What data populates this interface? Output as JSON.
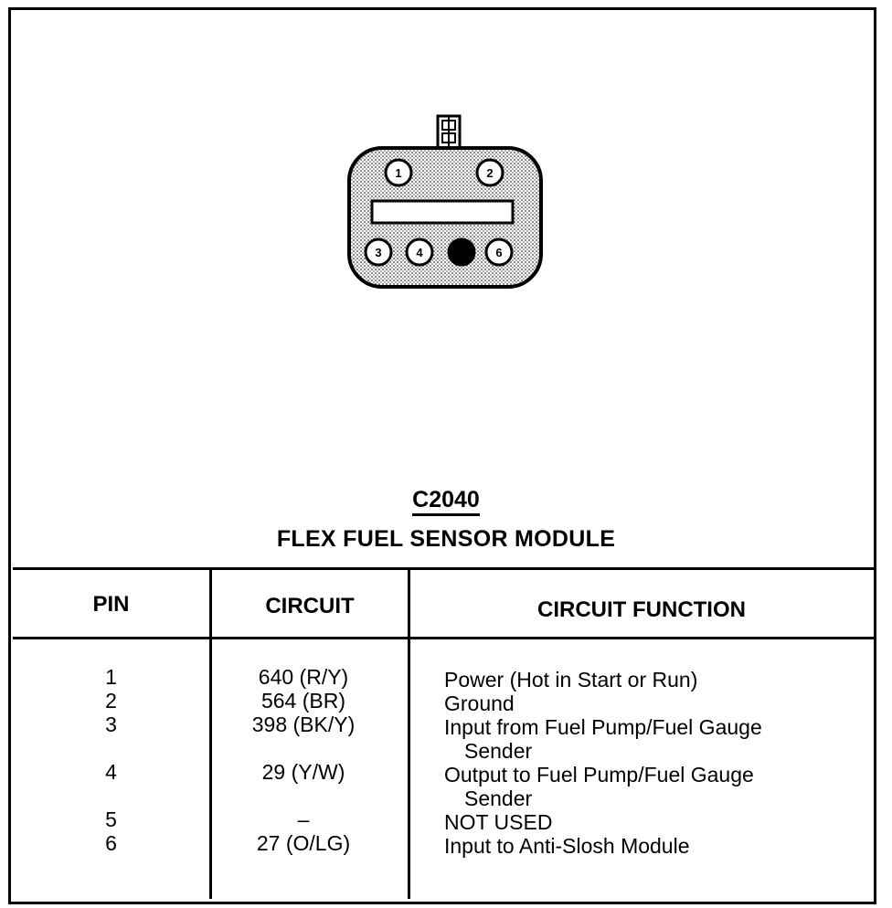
{
  "connector": {
    "code": "C2040",
    "name": "FLEX FUEL SENSOR MODULE",
    "pins": [
      "1",
      "2",
      "3",
      "4",
      "5",
      "6"
    ]
  },
  "table": {
    "headers": [
      "PIN",
      "CIRCUIT",
      "CIRCUIT FUNCTION"
    ],
    "rows": [
      {
        "pin": "1",
        "circuit": "640 (R/Y)",
        "function": "Power (Hot in Start or Run)",
        "function_cont": ""
      },
      {
        "pin": "2",
        "circuit": "564 (BR)",
        "function": "Ground",
        "function_cont": ""
      },
      {
        "pin": "3",
        "circuit": "398 (BK/Y)",
        "function": "Input from Fuel Pump/Fuel Gauge",
        "function_cont": "Sender"
      },
      {
        "pin": "4",
        "circuit": "29 (Y/W)",
        "function": "Output to Fuel Pump/Fuel Gauge",
        "function_cont": "Sender"
      },
      {
        "pin": "5",
        "circuit": "–",
        "function": "NOT USED",
        "function_cont": ""
      },
      {
        "pin": "6",
        "circuit": "27 (O/LG)",
        "function": "Input to Anti-Slosh Module",
        "function_cont": ""
      }
    ]
  }
}
